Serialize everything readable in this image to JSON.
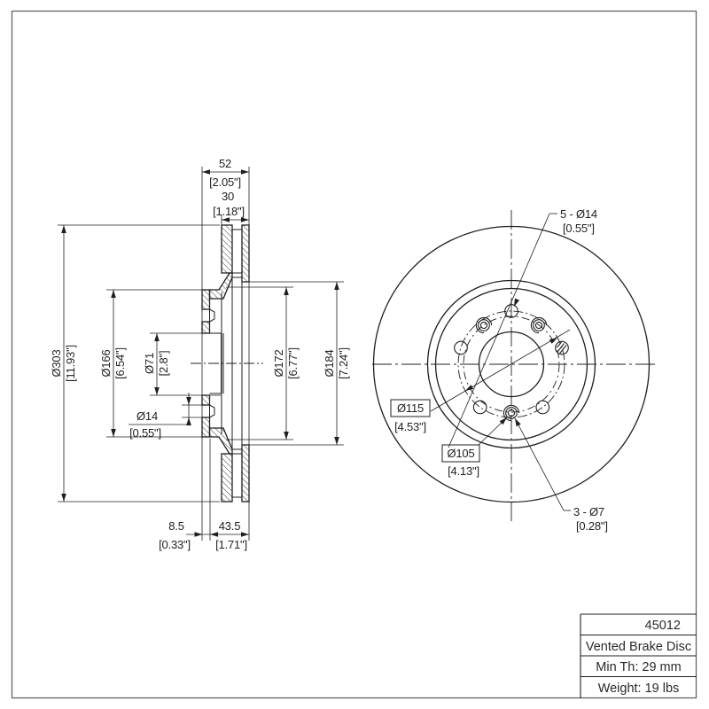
{
  "drawing": {
    "section_view": {
      "dims": {
        "overall_width": {
          "mm": "52",
          "in": "[2.05\"]"
        },
        "band_thickness": {
          "mm": "30",
          "in": "[1.18\"]"
        },
        "outer_diameter": {
          "mm": "Ø303",
          "in": "[11.93\"]"
        },
        "hat_diameter": {
          "mm": "Ø166",
          "in": "[6.54\"]"
        },
        "bore_diameter": {
          "mm": "Ø71",
          "in": "[2.8\"]"
        },
        "bolt_hole": {
          "mm": "Ø14",
          "in": "[0.55\"]"
        },
        "vane_inner": {
          "mm": "Ø172",
          "in": "[6.77\"]"
        },
        "band_inner": {
          "mm": "Ø184",
          "in": "[7.24\"]"
        },
        "flange_offset": {
          "mm": "8.5",
          "in": "[0.33\"]"
        },
        "hat_depth": {
          "mm": "43.5",
          "in": "[1.71\"]"
        }
      }
    },
    "front_view": {
      "callouts": {
        "bolt_holes": {
          "line1": "5 - Ø14",
          "line2": "[0.55\"]"
        },
        "screw_holes": {
          "line1": "3 - Ø7",
          "line2": "[0.28\"]"
        },
        "bolt_circle": {
          "dia": "Ø115",
          "in": "[4.53\"]"
        },
        "screw_circle": {
          "dia": "Ø105",
          "in": "[4.13\"]"
        }
      }
    },
    "title_block": {
      "part_number": "45012",
      "product_name": "Vented Brake Disc",
      "min_thickness": "Min Th: 29 mm",
      "weight": "Weight: 19 lbs"
    },
    "colors": {
      "line": "#1f1f1f",
      "frame": "#5c5c5c",
      "background": "#ffffff"
    }
  }
}
